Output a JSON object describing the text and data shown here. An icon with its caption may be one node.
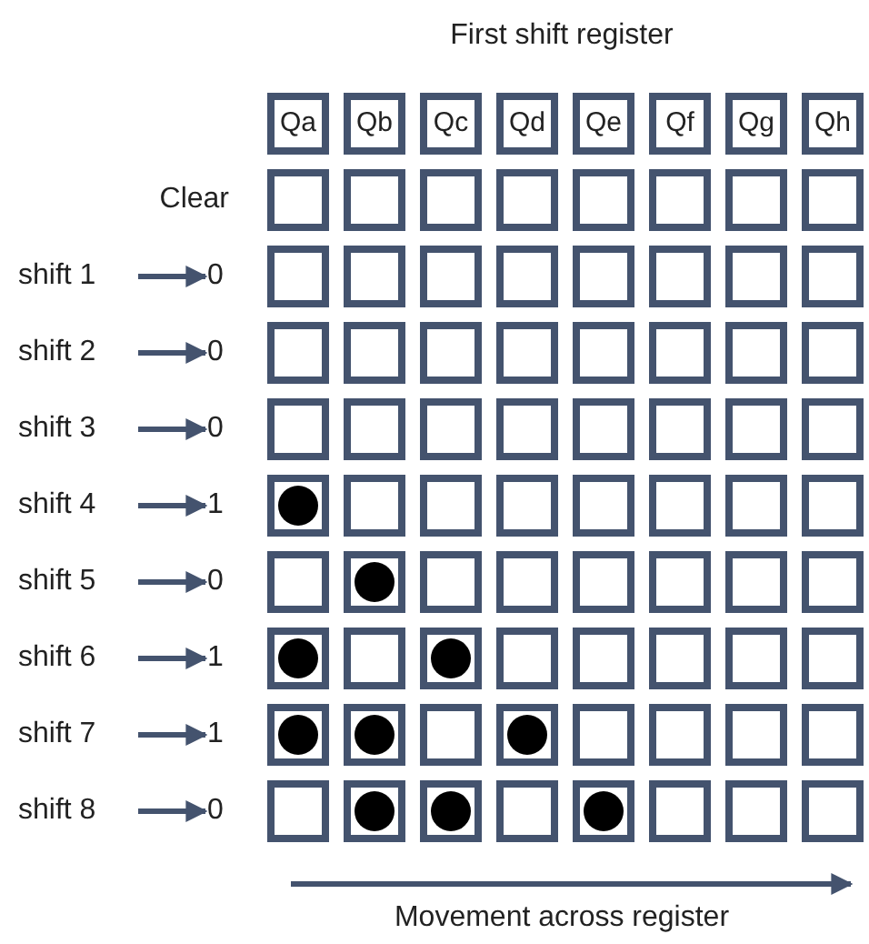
{
  "diagram": {
    "title": "First shift register",
    "nodes": [
      {
        "text": [
          "Qa"
        ]
      },
      {
        "text": [
          "Qb"
        ]
      },
      {
        "text": [
          "Qc"
        ]
      },
      {
        "text": [
          "Qd"
        ]
      },
      {
        "text": [
          "Qe"
        ]
      },
      {
        "text": [
          "Qf"
        ]
      },
      {
        "text": [
          "Qg"
        ]
      },
      {
        "text": [
          "Qh"
        ]
      },
      {
        "text": [],
        "shape": "box"
      },
      {
        "text": [],
        "shape": "box"
      },
      {
        "text": [],
        "shape": "box"
      },
      {
        "text": [],
        "shape": "box"
      },
      {
        "text": [],
        "shape": "box"
      },
      {
        "text": [],
        "shape": "box"
      },
      {
        "text": [],
        "shape": "box"
      },
      {
        "text": [],
        "shape": "box"
      },
      {
        "text": [
          "shift 1"
        ]
      },
      {
        "text": [
          "0"
        ]
      },
      {
        "text": [],
        "shape": "box"
      },
      {
        "text": [],
        "shape": "box"
      },
      {
        "text": [],
        "shape": "box"
      },
      {
        "text": [],
        "shape": "box"
      },
      {
        "text": [],
        "shape": "box"
      },
      {
        "text": [],
        "shape": "box"
      },
      {
        "text": [],
        "shape": "box"
      },
      {
        "text": [],
        "shape": "box"
      },
      {
        "text": [
          "shift 2"
        ]
      },
      {
        "text": [
          "0"
        ]
      },
      {
        "text": [],
        "shape": "box"
      },
      {
        "text": [],
        "shape": "box"
      },
      {
        "text": [],
        "shape": "box"
      },
      {
        "text": [],
        "shape": "box"
      },
      {
        "text": [],
        "shape": "box"
      },
      {
        "text": [],
        "shape": "box"
      },
      {
        "text": [],
        "shape": "box"
      },
      {
        "text": [],
        "shape": "box"
      },
      {
        "text": [
          "shift 3"
        ]
      },
      {
        "text": [
          "0"
        ]
      },
      {
        "text": [],
        "shape": "box"
      },
      {
        "text": [],
        "shape": "box"
      },
      {
        "text": [],
        "shape": "box"
      },
      {
        "text": [],
        "shape": "box"
      },
      {
        "text": [],
        "shape": "box"
      },
      {
        "text": [],
        "shape": "box"
      },
      {
        "text": [],
        "shape": "box"
      },
      {
        "text": [],
        "shape": "box"
      },
      {
        "text": [
          "shift 4"
        ]
      },
      {
        "text": [
          "1"
        ]
      },
      {
        "text": [],
        "shape": "box"
      },
      {
        "text": [],
        "shape": "box"
      },
      {
        "text": [],
        "shape": "box"
      },
      {
        "text": [],
        "shape": "box"
      },
      {
        "text": [],
        "shape": "box"
      },
      {
        "text": [],
        "shape": "box"
      },
      {
        "text": [],
        "shape": "box"
      },
      {
        "text": [],
        "shape": "box"
      },
      {
        "text": [],
        "shape": "circle",
        "in": 48
      },
      {
        "text": [
          "shift 5"
        ]
      },
      {
        "text": [
          "0"
        ]
      },
      {
        "text": [],
        "shape": "box"
      },
      {
        "text": [],
        "shape": "box"
      },
      {
        "text": [],
        "shape": "box"
      },
      {
        "text": [],
        "shape": "box"
      },
      {
        "text": [],
        "shape": "box"
      },
      {
        "text": [],
        "shape": "box"
      },
      {
        "text": [],
        "shape": "box"
      },
      {
        "text": [],
        "shape": "box"
      },
      {
        "text": [],
        "shape": "circle",
        "in": 60
      },
      {
        "text": [
          "shift 6"
        ]
      },
      {
        "text": [
          "1"
        ]
      },
      {
        "text": [],
        "shape": "box"
      },
      {
        "text": [],
        "shape": "box"
      },
      {
        "text": [],
        "shape": "box"
      },
      {
        "text": [],
        "shape": "box"
      },
      {
        "text": [],
        "shape": "box"
      },
      {
        "text": [],
        "shape": "box"
      },
      {
        "text": [],
        "shape": "box"
      },
      {
        "text": [],
        "shape": "box"
      },
      {
        "text": [],
        "shape": "circle",
        "in": 70
      },
      {
        "text": [],
        "shape": "circle",
        "in": 72
      },
      {
        "text": [
          "shift 7"
        ]
      },
      {
        "text": [
          "1"
        ]
      },
      {
        "text": [],
        "shape": "box"
      },
      {
        "text": [],
        "shape": "box"
      },
      {
        "text": [],
        "shape": "box"
      },
      {
        "text": [],
        "shape": "box"
      },
      {
        "text": [],
        "shape": "box"
      },
      {
        "text": [],
        "shape": "box"
      },
      {
        "text": [],
        "shape": "box"
      },
      {
        "text": [],
        "shape": "box"
      },
      {
        "text": [],
        "shape": "circle",
        "in": 82
      },
      {
        "text": [],
        "shape": "circle",
        "in": 83
      },
      {
        "text": [],
        "shape": "circle",
        "in": 85
      },
      {
        "text": [
          "shift 8"
        ]
      },
      {
        "text": [
          "0"
        ]
      },
      {
        "text": [],
        "shape": "box"
      },
      {
        "text": [],
        "shape": "box"
      },
      {
        "text": [],
        "shape": "box"
      },
      {
        "text": [],
        "shape": "box"
      },
      {
        "text": [],
        "shape": "box"
      },
      {
        "text": [],
        "shape": "box"
      },
      {
        "text": [],
        "shape": "box"
      },
      {
        "text": [],
        "shape": "box"
      },
      {
        "text": [],
        "shape": "circle",
        "in": 96
      },
      {
        "text": [],
        "shape": "circle",
        "in": 97
      },
      {
        "text": [],
        "shape": "circle",
        "in": 99
      }
    ],
    "edges": [
      {
        "from": 16,
        "to": 17,
        "arrow": "to"
      },
      {
        "from": 26,
        "to": 27,
        "arrow": "to"
      },
      {
        "from": 36,
        "to": 37,
        "arrow": "to"
      },
      {
        "from": 46,
        "to": 47,
        "arrow": "to"
      },
      {
        "from": 57,
        "to": 58,
        "arrow": "to"
      },
      {
        "from": 68,
        "to": 69,
        "arrow": "to"
      },
      {
        "from": 80,
        "to": 81,
        "arrow": "to"
      },
      {
        "from": 93,
        "to": 94,
        "arrow": "to"
      }
    ],
    "labels": [
      "Clear",
      "Movement across register"
    ]
  }
}
